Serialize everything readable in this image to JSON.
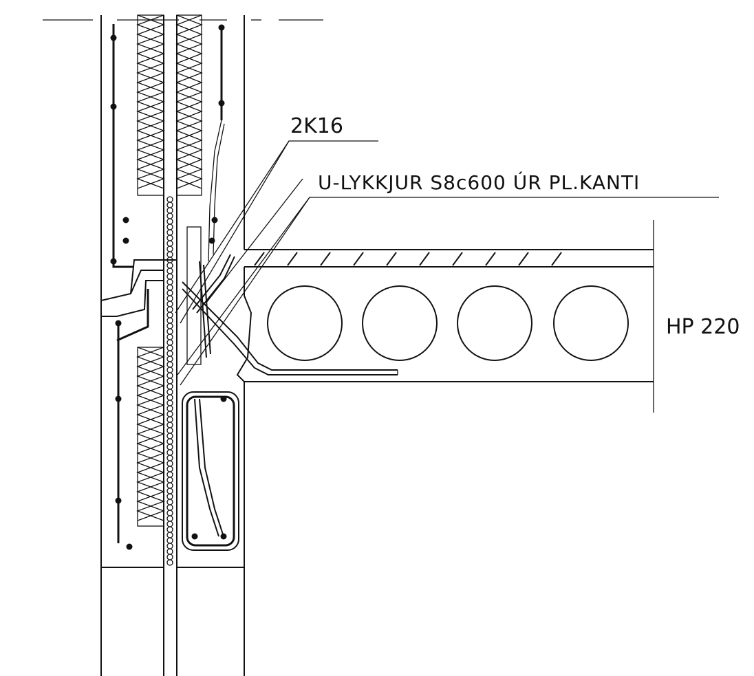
{
  "labels": {
    "rebar_top": "2K16",
    "u_loops": "U-LYKKJUR S8c600 ÚR PL.KANTI",
    "slab_type": "HP 220"
  },
  "colors": {
    "line": "#111111",
    "background": "#ffffff"
  }
}
